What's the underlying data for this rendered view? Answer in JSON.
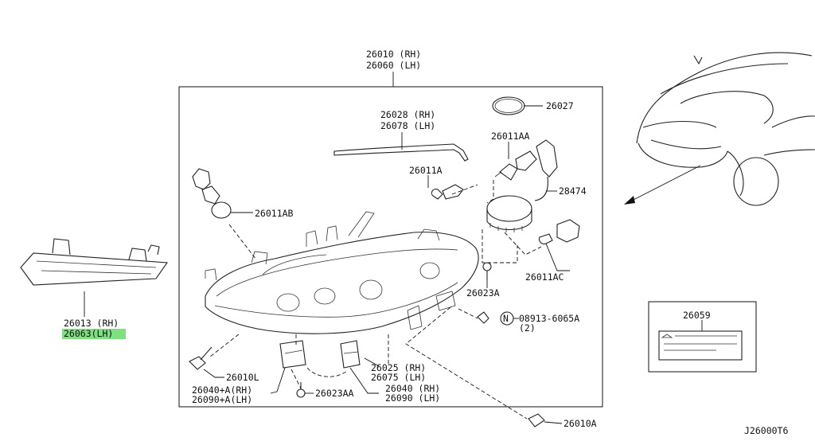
{
  "labels": {
    "lamp_assy": [
      "26010 (RH)",
      "26060 (LH)"
    ],
    "mount_strip": [
      "26028 (RH)",
      "26078 (LH)"
    ],
    "oring": "26027",
    "bulb_aa": "26011AA",
    "bulb_a": "26011A",
    "harness": "28474",
    "bulb_ab": "26011AB",
    "bulb_ac": "26011AC",
    "screw_23a": "26023A",
    "nut": "08913-6065A",
    "nut_qty": "(2)",
    "drl_rh": "26013 (RH)",
    "drl_lh": "26063(LH)",
    "bracket_25": [
      "26025 (RH)",
      "26075 (LH)"
    ],
    "bolt_10l": "26010L",
    "bracket_40a": [
      "26040+A(RH)",
      "26090+A(LH)"
    ],
    "screw_23aa": "26023AA",
    "bracket_40": [
      "26040 (RH)",
      "26090 (LH)"
    ],
    "label_part": "26059",
    "bolt_10a": "26010A",
    "diagram_id": "J26000T6"
  },
  "nut_symbol": "N",
  "highlight_color": "#7fe07f"
}
